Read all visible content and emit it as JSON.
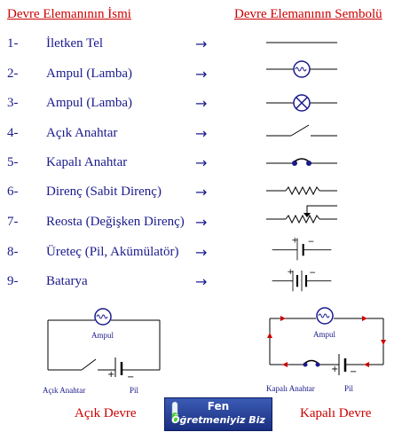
{
  "header": {
    "name_col": "Devre Elemanının İsmi",
    "symbol_col": "Devre Elemanının Sembolü"
  },
  "arrow": "→",
  "rows": [
    {
      "num": "1-",
      "name": "İletken Tel"
    },
    {
      "num": "2-",
      "name": "Ampul (Lamba)"
    },
    {
      "num": "3-",
      "name": "Ampul (Lamba)"
    },
    {
      "num": "4-",
      "name": "Açık Anahtar"
    },
    {
      "num": "5-",
      "name": "Kapalı Anahtar"
    },
    {
      "num": "6-",
      "name": "Direnç (Sabit Direnç)"
    },
    {
      "num": "7-",
      "name": "Reosta (Değişken Direnç)"
    },
    {
      "num": "8-",
      "name": "Üreteç (Pil, Akümülatör)"
    },
    {
      "num": "9-",
      "name": "Batarya"
    }
  ],
  "circuits": {
    "open": {
      "lamp_label": "Ampul",
      "switch_label": "Açık Anahtar",
      "battery_label": "Pil",
      "caption": "Açık Devre"
    },
    "closed": {
      "lamp_label": "Ampul",
      "switch_label": "Kapalı Anahtar",
      "battery_label": "Pil",
      "caption": "Kapalı Devre"
    },
    "plus": "+",
    "minus": "−"
  },
  "logo": {
    "line1": "Fen",
    "line2": "Öğretmeniyiz Biz"
  },
  "colors": {
    "header": "#cc0000",
    "text": "#1a1a8c",
    "current_arrow": "#cc0000"
  }
}
